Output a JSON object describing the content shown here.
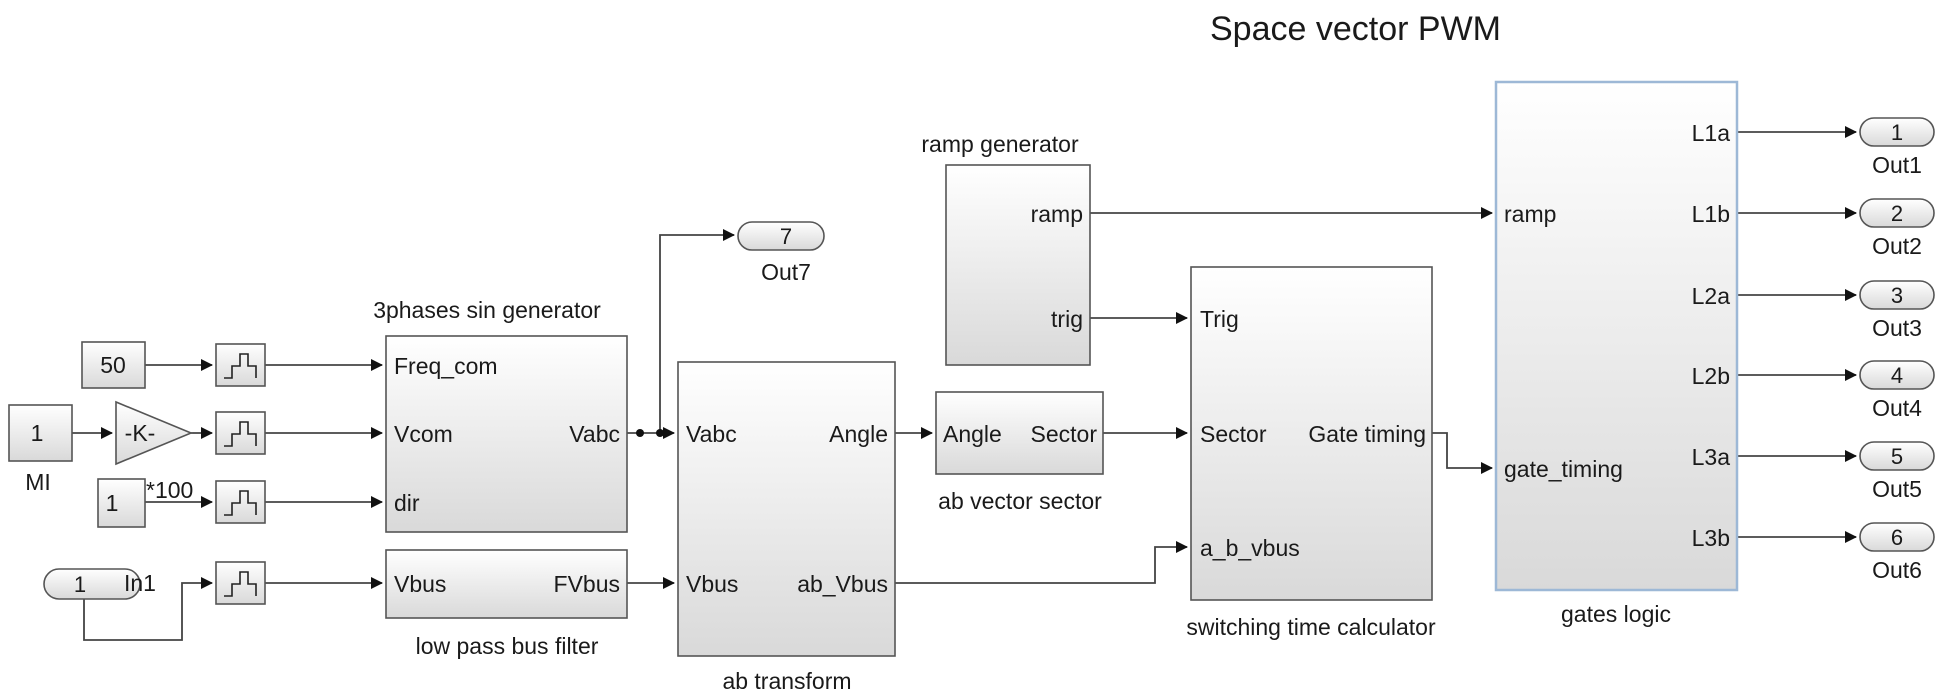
{
  "title": "Space vector PWM",
  "constants": {
    "freq": "50",
    "mi": "1",
    "dir": "1",
    "in1": "1"
  },
  "gain": {
    "label": "-K-",
    "note": "*100"
  },
  "labels": {
    "mi": "MI",
    "in1": "In1",
    "sin_gen": "3phases sin generator",
    "filter": "low pass bus filter",
    "ab_transform": "ab transform",
    "ramp_gen": "ramp generator",
    "sector": "ab vector sector",
    "switching": "switching time calculator",
    "gates": "gates logic"
  },
  "ports": {
    "sin_in": [
      "Freq_com",
      "Vcom",
      "dir"
    ],
    "sin_out": "Vabc",
    "filter_in": "Vbus",
    "filter_out": "FVbus",
    "ab_in": [
      "Vabc",
      "Vbus"
    ],
    "ab_out": [
      "Angle",
      "ab_Vbus"
    ],
    "ramp_out": [
      "ramp",
      "trig"
    ],
    "sector_in": "Angle",
    "sector_out": "Sector",
    "sw_in": [
      "Trig",
      "Sector",
      "a_b_vbus"
    ],
    "sw_out": "Gate timing",
    "gates_in": [
      "ramp",
      "gate_timing"
    ],
    "gates_out": [
      "L1a",
      "L1b",
      "L2a",
      "L2b",
      "L3a",
      "L3b"
    ]
  },
  "outports": [
    {
      "num": "1",
      "name": "Out1"
    },
    {
      "num": "2",
      "name": "Out2"
    },
    {
      "num": "3",
      "name": "Out3"
    },
    {
      "num": "4",
      "name": "Out4"
    },
    {
      "num": "5",
      "name": "Out5"
    },
    {
      "num": "6",
      "name": "Out6"
    }
  ],
  "out7": {
    "num": "7",
    "name": "Out7"
  }
}
